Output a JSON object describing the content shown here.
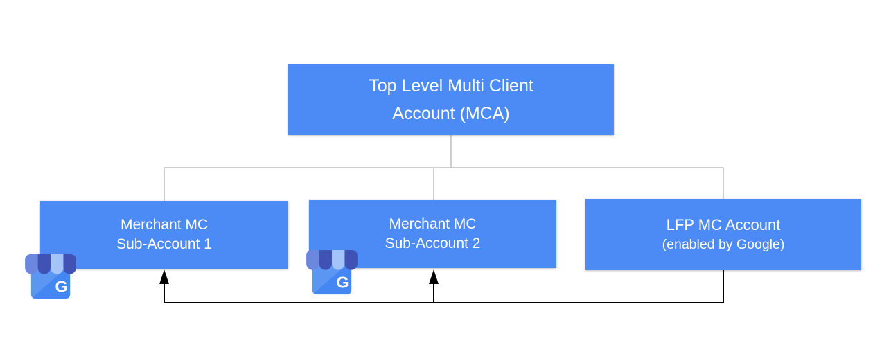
{
  "colors": {
    "box_fill": "#4c8bf5",
    "box_text": "#ffffff",
    "tree_connector": "#bfbfbf",
    "flow_arrow": "#000000",
    "background": "#ffffff"
  },
  "root_box": {
    "line1": "Top Level Multi Client",
    "line2": "Account (MCA)"
  },
  "sub_boxes": [
    {
      "line1": "Merchant MC",
      "line2": "Sub-Account 1"
    },
    {
      "line1": "Merchant MC",
      "line2": "Sub-Account 2"
    },
    {
      "line1": "LFP MC Account",
      "line2": "(enabled by Google)"
    }
  ],
  "icons": [
    {
      "name": "google-business-profile-icon",
      "letter": "G"
    },
    {
      "name": "google-business-profile-icon",
      "letter": "G"
    }
  ]
}
